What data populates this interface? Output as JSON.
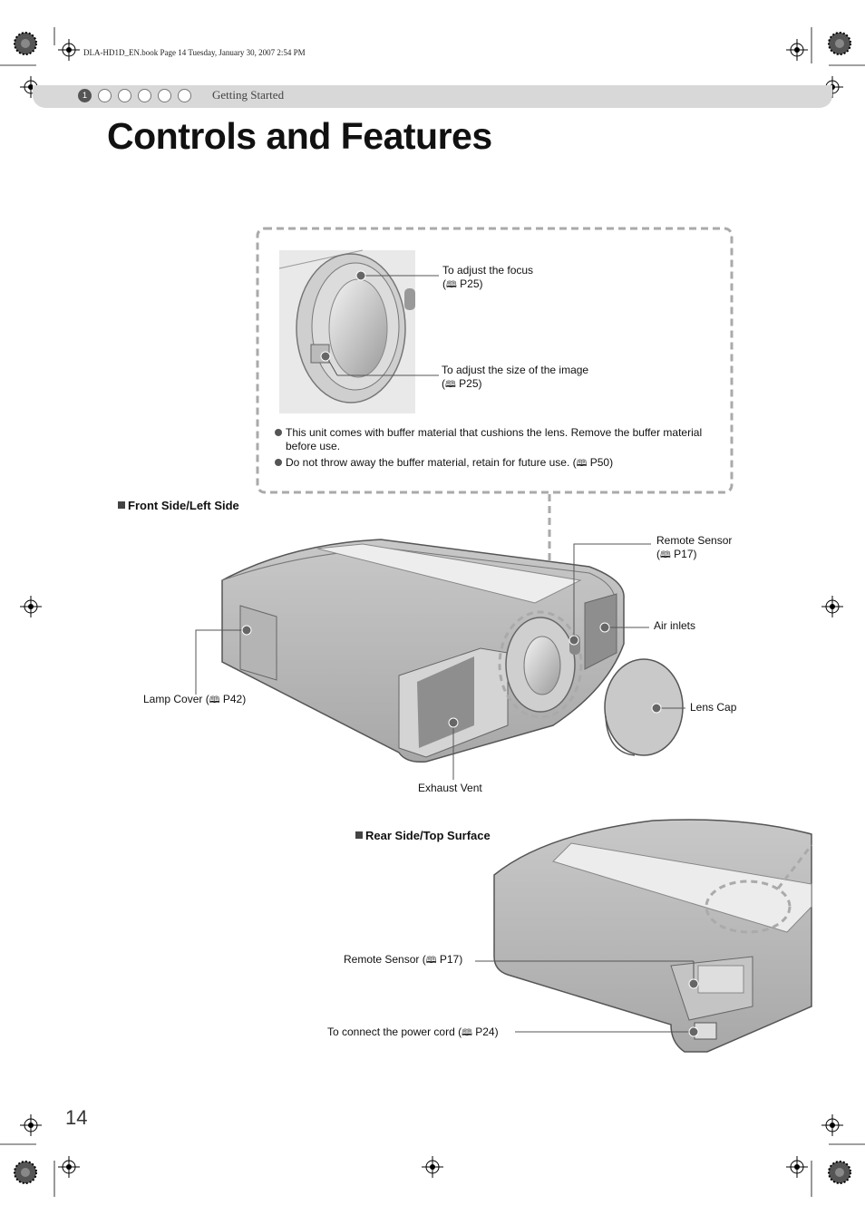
{
  "print_info": "DLA-HD1D_EN.book  Page 14  Tuesday, January 30, 2007  2:54 PM",
  "header": {
    "chapter_number": "1",
    "section": "Getting Started"
  },
  "title": "Controls and Features",
  "page_ref_icon": "book-icon",
  "lens_callouts": {
    "focus": {
      "text": "To adjust the focus",
      "ref": "P25"
    },
    "size": {
      "text": "To adjust the size of the image",
      "ref": "P25"
    }
  },
  "notes": [
    "This unit comes with buffer material that cushions the lens. Remove the buffer material before use.",
    "Do not throw away the buffer material, retain for future use. ("
  ],
  "notes_ref": "P50",
  "front": {
    "heading": "Front Side/Left Side",
    "remote_sensor": {
      "text": "Remote Sensor",
      "ref": "P17"
    },
    "air_inlets": "Air inlets",
    "lamp_cover": {
      "text": "Lamp Cover (",
      "ref": "P42"
    },
    "lens_cap": "Lens Cap",
    "exhaust_vent": "Exhaust Vent"
  },
  "rear": {
    "heading": "Rear Side/Top Surface",
    "remote_sensor": {
      "text": "Remote Sensor (",
      "ref": "P17"
    },
    "power_cord": {
      "text": "To connect the power cord (",
      "ref": "P24"
    }
  },
  "page_number": "14"
}
